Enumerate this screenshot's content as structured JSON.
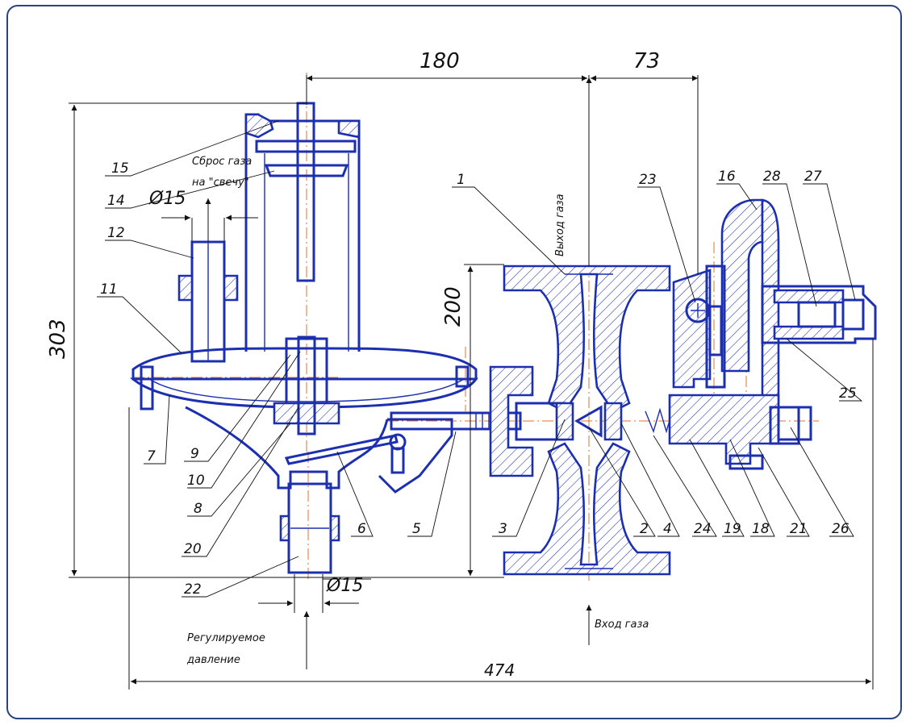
{
  "dimensions": {
    "d180": "180",
    "d73": "73",
    "d303": "303",
    "d200": "200",
    "d474": "474",
    "phi15_top": "Ø15",
    "phi15_bottom": "Ø15"
  },
  "notes": {
    "gas_vent_line1": "Сброс газа",
    "gas_vent_line2": "на \"свечу\"",
    "gas_outlet": "Выход газа",
    "gas_inlet": "Вход газа",
    "regulated_line1": "Регулируемое",
    "regulated_line2": "давление"
  },
  "part_labels": [
    "1",
    "2",
    "3",
    "4",
    "5",
    "6",
    "7",
    "8",
    "9",
    "10",
    "11",
    "12",
    "14",
    "15",
    "16",
    "18",
    "19",
    "20",
    "21",
    "22",
    "23",
    "24",
    "25",
    "26",
    "27",
    "28"
  ],
  "colors": {
    "outline": "#1c2fb0",
    "axis": "#e0702a",
    "frame": "#28437f",
    "dimension": "#111111"
  }
}
